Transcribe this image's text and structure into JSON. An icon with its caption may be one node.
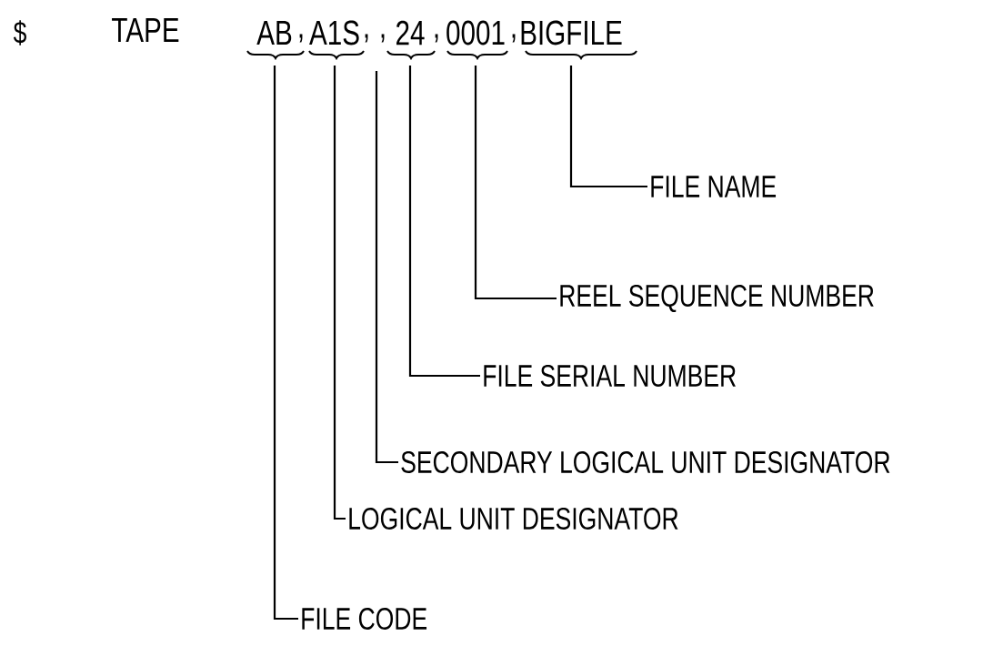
{
  "diagram": {
    "nodes": [
      {
        "text": [
          "AB"
        ]
      },
      {
        "text": [
          "A1S"
        ]
      },
      {
        "text": [
          "24"
        ]
      },
      {
        "text": [
          "0001"
        ]
      },
      {
        "text": [
          "BIGFILE"
        ]
      },
      {
        "text": [
          "FILE NAME"
        ]
      },
      {
        "text": [
          "REEL SEQUENCE NUMBER"
        ]
      },
      {
        "text": [
          "FILE SERIAL NUMBER"
        ]
      },
      {
        "text": [
          "SECONDARY LOGICAL UNIT DESIGNATOR"
        ]
      },
      {
        "text": [
          "LOGICAL UNIT DESIGNATOR"
        ]
      },
      {
        "text": [
          "FILE CODE"
        ]
      }
    ],
    "edges": [
      {
        "from": 5,
        "to": 4,
        "arrow": "none"
      },
      {
        "from": 6,
        "to": 3,
        "arrow": "none"
      },
      {
        "from": 7,
        "to": 2,
        "arrow": "none"
      },
      {
        "from": 8,
        "to": null,
        "arrow": "none"
      },
      {
        "from": 9,
        "to": 1,
        "arrow": "none"
      },
      {
        "from": 10,
        "to": 0,
        "arrow": "none"
      }
    ],
    "labels": [
      "$",
      "TAPE",
      ",",
      ",",
      ",",
      ",",
      ","
    ]
  }
}
